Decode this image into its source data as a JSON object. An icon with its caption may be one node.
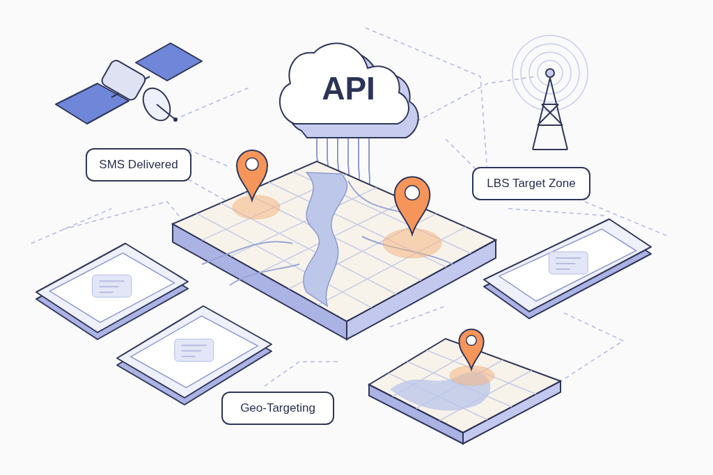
{
  "diagram": {
    "nodes": [
      {
        "text": [
          "API"
        ]
      },
      {
        "text": [
          "SMS Delivered"
        ]
      },
      {
        "text": [
          "LBS Target Zone"
        ]
      },
      {
        "text": [
          "Geo-Targeting"
        ]
      }
    ]
  }
}
